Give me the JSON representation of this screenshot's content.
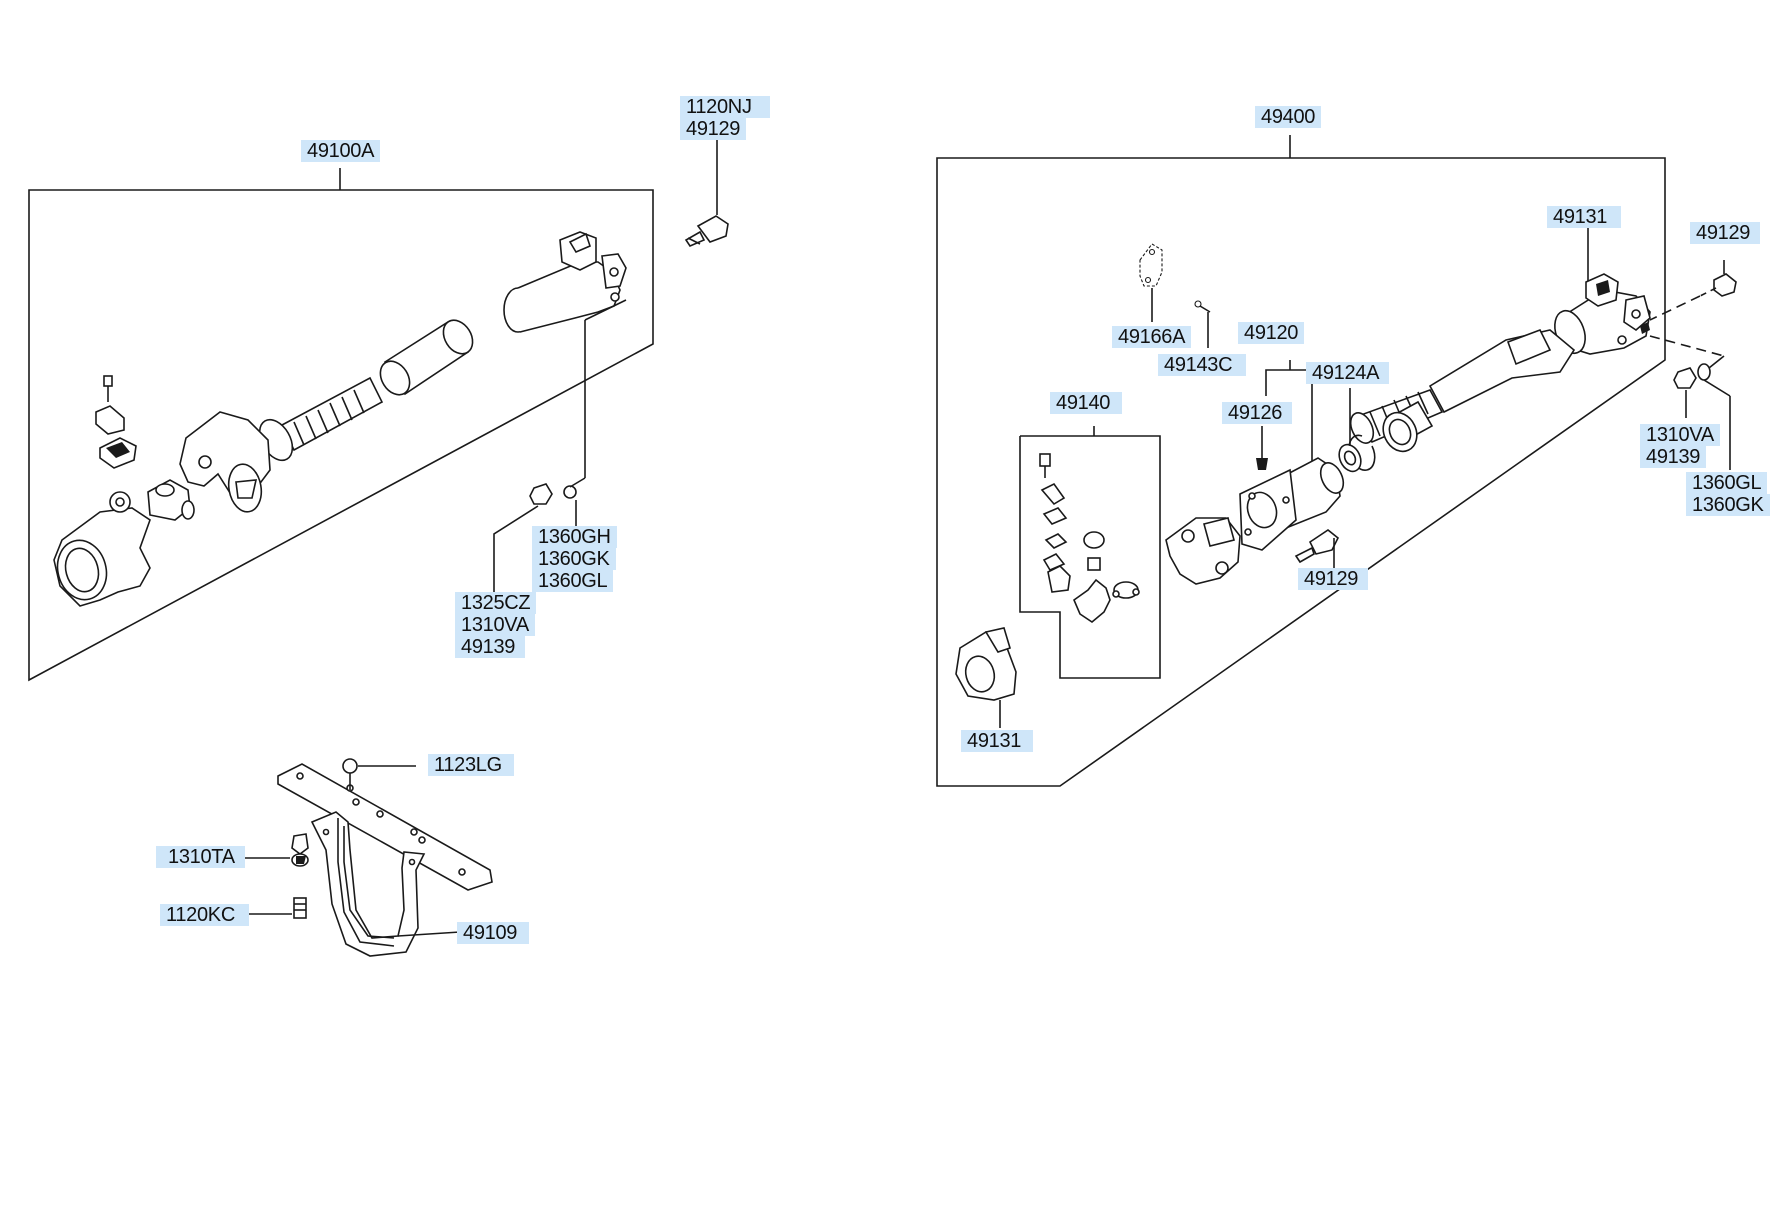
{
  "diagram": {
    "left_assembly": {
      "assembly_label": "49100A",
      "top_bolt_labels": [
        "1120NJ",
        "49129"
      ],
      "washer_labels": [
        "1360GH",
        "1360GK",
        "1360GL"
      ],
      "nut_labels": [
        "1325CZ",
        "1310VA",
        "49139"
      ]
    },
    "bracket": {
      "bolt_label": "1123LG",
      "nut_label": "1310TA",
      "stud_label": "1120KC",
      "strap_label": "49109"
    },
    "right_assembly": {
      "assembly_label": "49400",
      "yoke_label": "49131",
      "bolt_label": "49129",
      "nut_labels": [
        "1310VA",
        "49139"
      ],
      "washer_labels": [
        "1360GL",
        "1360GK"
      ],
      "plate_label": "49166A",
      "screw_label": "49143C",
      "center_bearing_label": "49120",
      "fitting_label": "49126",
      "snap_ring_label": "49124A",
      "spider_kit_label": "49140",
      "lower_bolt_label": "49129",
      "flange_yoke_label": "49131"
    },
    "colors": {
      "label_bg": "#cfe6f9",
      "line": "#1a1a1a"
    }
  }
}
